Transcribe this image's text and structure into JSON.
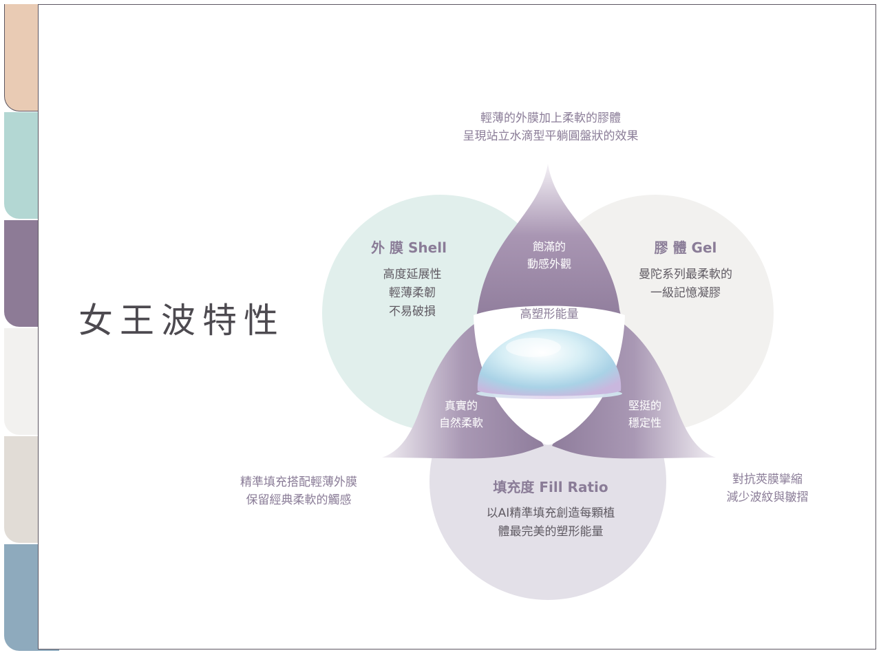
{
  "title": "女王波特性",
  "colors": {
    "tab_peach": "#e9cbb4",
    "tab_teal": "#b3d7d3",
    "tab_purple": "#8d7b96",
    "tab_light": "#f2f1ef",
    "tab_beige": "#e1dcd6",
    "tab_blue": "#8eaabd",
    "shell_circle": "#e1efec",
    "gel_circle": "#f2f1ef",
    "fill_circle": "#e3e0e8",
    "accent_purple": "#8a7c97"
  },
  "top_caption": {
    "lines": [
      "輕薄的外膜加上柔軟的膠體",
      "呈現站立水滴型平躺圓盤狀的效果"
    ]
  },
  "shell": {
    "heading": "外 膜 Shell",
    "lines": [
      "高度延展性",
      "輕薄柔韌",
      "不易破損"
    ]
  },
  "gel": {
    "heading": "膠 體 Gel",
    "lines": [
      "曼陀系列最柔軟的",
      "一級記憶凝膠"
    ]
  },
  "fill": {
    "heading": "填充度 Fill Ratio",
    "lines": [
      "以AI精準填充創造每顆植",
      "體最完美的塑形能量"
    ]
  },
  "overlaps": {
    "shell_gel": [
      "飽滿的",
      "動感外觀"
    ],
    "shell_fill": [
      "真實的",
      "自然柔軟"
    ],
    "gel_fill": [
      "堅挺的",
      "穩定性"
    ],
    "center": "高塑形能量"
  },
  "left_caption": {
    "lines": [
      "精準填充搭配輕薄外膜",
      "保留經典柔軟的觸感"
    ]
  },
  "right_caption": {
    "lines": [
      "對抗莢膜攣縮",
      "減少波紋與皺摺"
    ]
  }
}
